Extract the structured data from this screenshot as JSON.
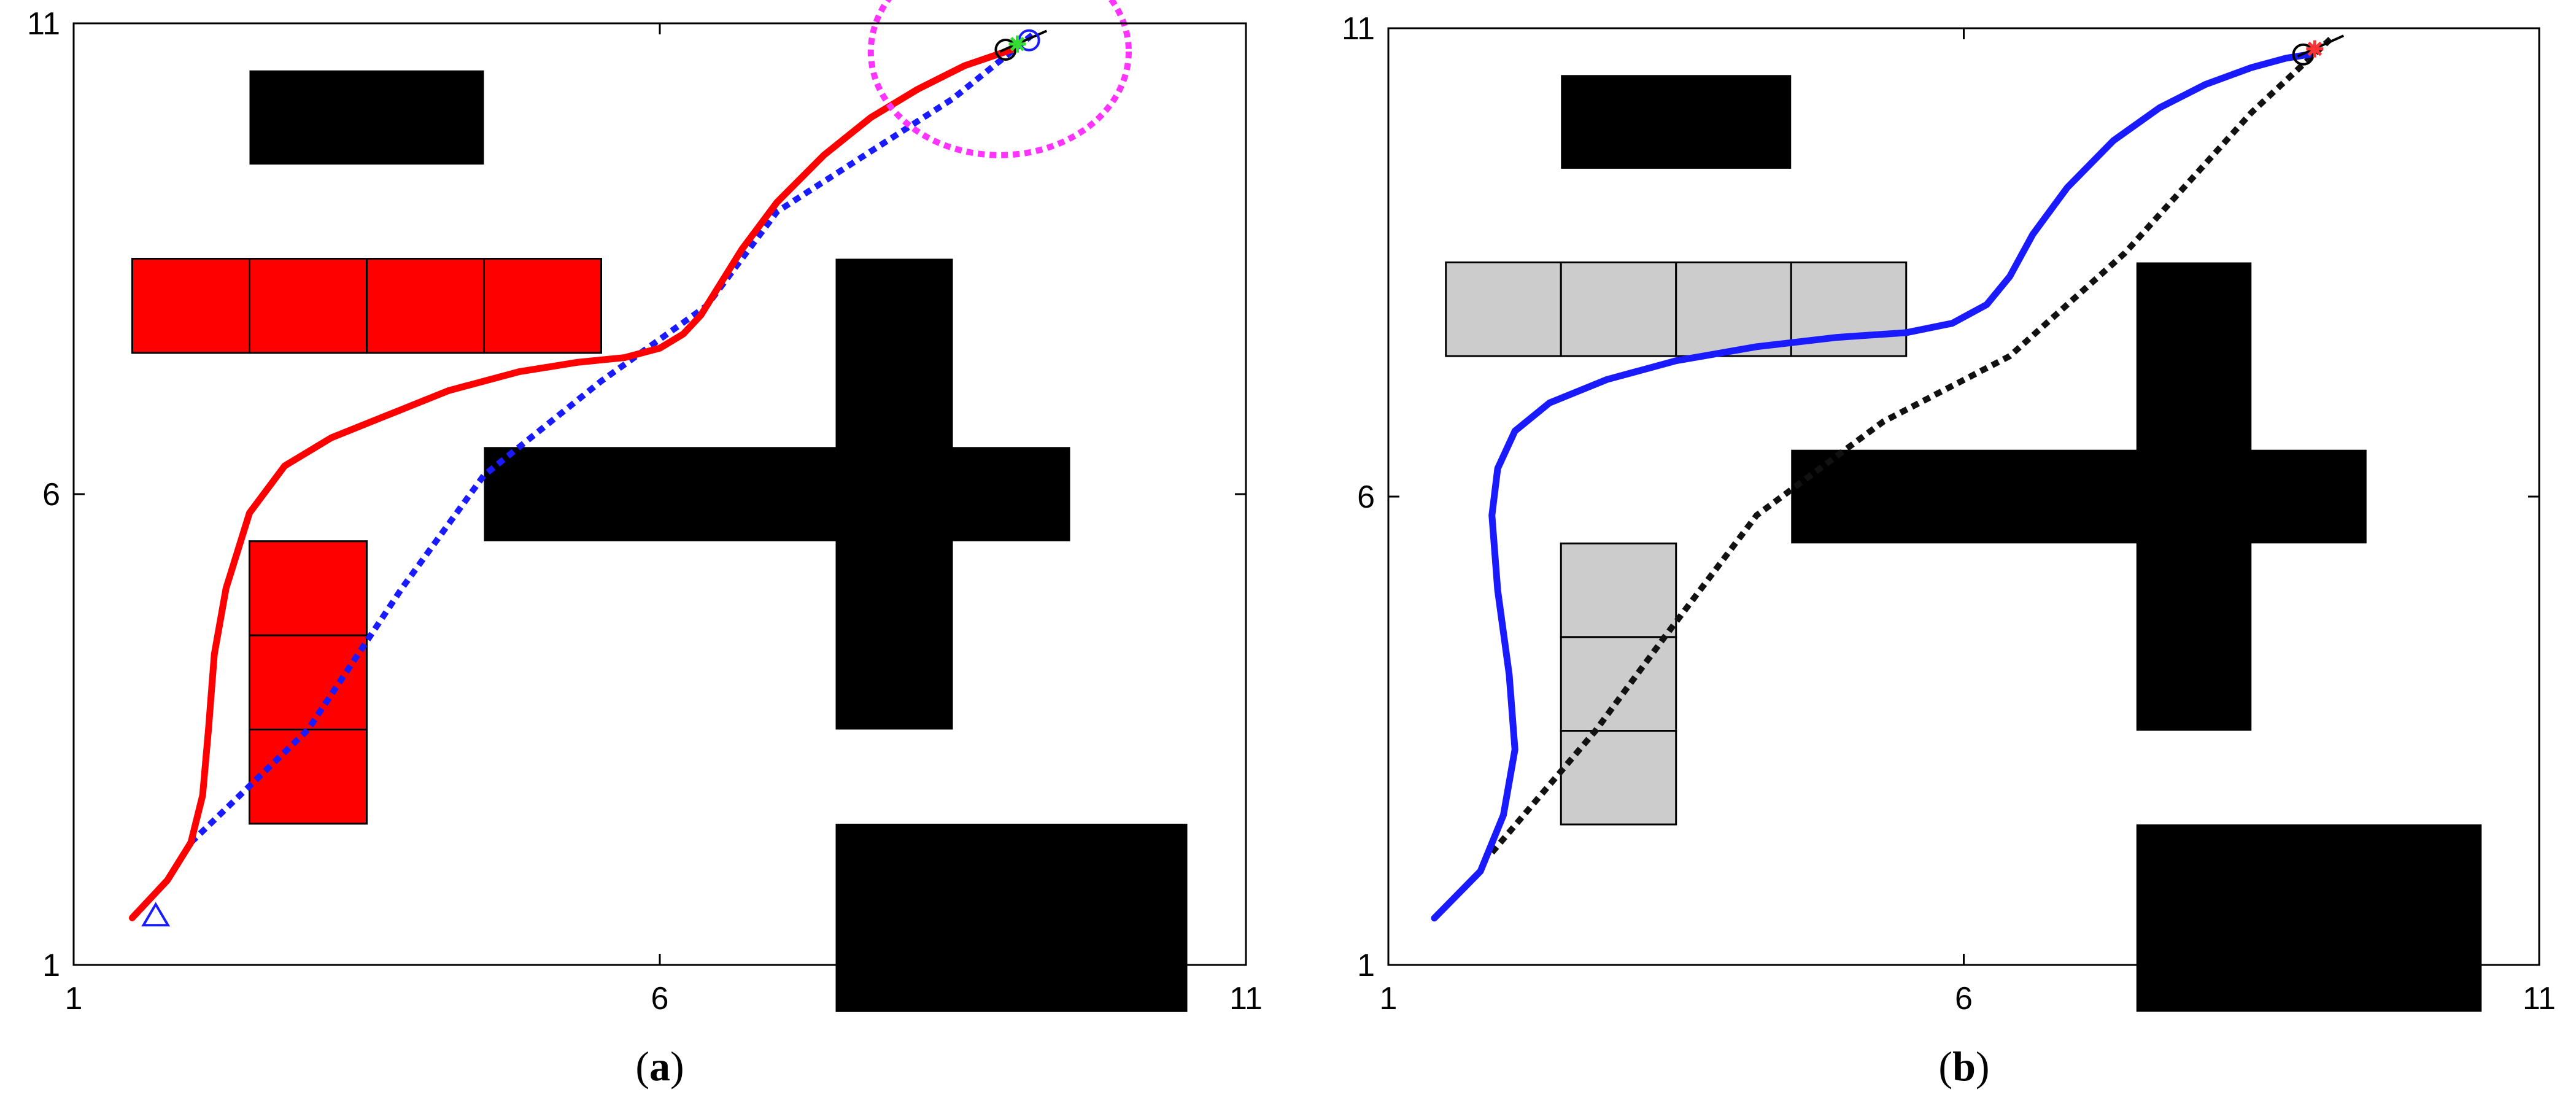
{
  "colors": {
    "background": "#ffffff",
    "axis": "#000000",
    "obstacle": "#000000",
    "movable_a": "#ff0000",
    "movable_b": "#cccccc",
    "path_a": "#ff0000",
    "straight_a": "#1a1aff",
    "circle_a": "#ff33ff",
    "path_b": "#1a1aff",
    "straight_b": "#111111",
    "goal_a": "#33dd33",
    "goal_b": "#ff3333"
  },
  "chart_data": [
    {
      "type": "line",
      "caption": {
        "open": "(",
        "letter": "a",
        "close": ")"
      },
      "xlim": [
        1,
        11
      ],
      "ylim": [
        1,
        11
      ],
      "xticks": [
        "1",
        "6",
        "11"
      ],
      "yticks": [
        "1",
        "6",
        "11"
      ],
      "obstacles": [
        {
          "kind": "fixed",
          "x": 3,
          "y": 10,
          "w": 2,
          "h": 1
        },
        {
          "kind": "fixed",
          "x": 8,
          "y": 4,
          "w": 1,
          "h": 5
        },
        {
          "kind": "fixed",
          "x": 5,
          "y": 6,
          "w": 5,
          "h": 1
        },
        {
          "kind": "fixed",
          "x": 8,
          "y": 1,
          "w": 3,
          "h": 2
        },
        {
          "kind": "movable",
          "x": 2,
          "y": 8,
          "w": 1,
          "h": 1
        },
        {
          "kind": "movable",
          "x": 3,
          "y": 8,
          "w": 1,
          "h": 1
        },
        {
          "kind": "movable",
          "x": 4,
          "y": 8,
          "w": 1,
          "h": 1
        },
        {
          "kind": "movable",
          "x": 5,
          "y": 8,
          "w": 1,
          "h": 1
        },
        {
          "kind": "movable",
          "x": 3,
          "y": 5,
          "w": 1,
          "h": 1
        },
        {
          "kind": "movable",
          "x": 3,
          "y": 4,
          "w": 1,
          "h": 1
        },
        {
          "kind": "movable",
          "x": 3,
          "y": 3,
          "w": 1,
          "h": 1
        }
      ],
      "straight_path": {
        "x": [
          2.0,
          3.0,
          3.8,
          4.5,
          5.5,
          6.4,
          7.0,
          8.5,
          9.2
        ],
        "y": [
          2.3,
          3.5,
          5.0,
          6.2,
          7.2,
          8.0,
          9.0,
          10.2,
          10.9
        ]
      },
      "smooth_path": {
        "x": [
          1.5,
          1.8,
          2.0,
          2.1,
          2.15,
          2.2,
          2.3,
          2.5,
          2.8,
          3.2,
          3.7,
          4.2,
          4.8,
          5.3,
          5.7,
          6.0,
          6.2,
          6.35,
          6.5,
          6.7,
          7.0,
          7.4,
          7.8,
          8.2,
          8.6,
          9.0
        ],
        "y": [
          1.5,
          1.9,
          2.3,
          2.8,
          3.5,
          4.3,
          5.0,
          5.8,
          6.3,
          6.6,
          6.85,
          7.1,
          7.3,
          7.4,
          7.45,
          7.55,
          7.7,
          7.9,
          8.2,
          8.6,
          9.1,
          9.6,
          10.0,
          10.3,
          10.55,
          10.72
        ]
      },
      "search_circle": {
        "cx": 8.9,
        "cy": 10.7,
        "r": 1.1
      },
      "start_marker": {
        "x": 1.7,
        "y": 1.5,
        "shape": "triangle"
      },
      "end_circles": [
        {
          "x": 8.95,
          "y": 10.72
        },
        {
          "x": 9.15,
          "y": 10.82
        }
      ],
      "goal_marker": {
        "x": 9.05,
        "y": 10.78
      },
      "heading": {
        "x1": 8.9,
        "y1": 10.7,
        "x2": 9.3,
        "y2": 10.92
      }
    },
    {
      "type": "line",
      "caption": {
        "open": "(",
        "letter": "b",
        "close": ")"
      },
      "xlim": [
        1,
        11
      ],
      "ylim": [
        1,
        11
      ],
      "xticks": [
        "1",
        "6",
        "11"
      ],
      "yticks": [
        "1",
        "6",
        "11"
      ],
      "obstacles": [
        {
          "kind": "fixed",
          "x": 3,
          "y": 10,
          "w": 2,
          "h": 1
        },
        {
          "kind": "fixed",
          "x": 8,
          "y": 4,
          "w": 1,
          "h": 5
        },
        {
          "kind": "fixed",
          "x": 5,
          "y": 6,
          "w": 5,
          "h": 1
        },
        {
          "kind": "fixed",
          "x": 8,
          "y": 1,
          "w": 3,
          "h": 2
        },
        {
          "kind": "movable",
          "x": 2,
          "y": 8,
          "w": 1,
          "h": 1
        },
        {
          "kind": "movable",
          "x": 3,
          "y": 8,
          "w": 1,
          "h": 1
        },
        {
          "kind": "movable",
          "x": 4,
          "y": 8,
          "w": 1,
          "h": 1
        },
        {
          "kind": "movable",
          "x": 5,
          "y": 8,
          "w": 1,
          "h": 1
        },
        {
          "kind": "movable",
          "x": 3,
          "y": 5,
          "w": 1,
          "h": 1
        },
        {
          "kind": "movable",
          "x": 3,
          "y": 4,
          "w": 1,
          "h": 1
        },
        {
          "kind": "movable",
          "x": 3,
          "y": 3,
          "w": 1,
          "h": 1
        }
      ],
      "straight_path": {
        "x": [
          1.9,
          2.8,
          3.4,
          4.2,
          5.3,
          6.4,
          7.4,
          8.5,
          9.2
        ],
        "y": [
          2.2,
          3.5,
          4.5,
          5.8,
          6.8,
          7.5,
          8.6,
          10.1,
          10.9
        ]
      },
      "smooth_path": {
        "x": [
          1.4,
          1.8,
          2.0,
          2.1,
          2.05,
          1.95,
          1.9,
          1.95,
          2.1,
          2.4,
          2.9,
          3.5,
          4.2,
          4.9,
          5.5,
          5.9,
          6.2,
          6.4,
          6.6,
          6.9,
          7.3,
          7.7,
          8.1,
          8.5,
          8.8,
          9.0
        ],
        "y": [
          1.5,
          2.0,
          2.6,
          3.3,
          4.1,
          5.0,
          5.8,
          6.3,
          6.7,
          7.0,
          7.25,
          7.45,
          7.6,
          7.7,
          7.75,
          7.85,
          8.05,
          8.35,
          8.8,
          9.3,
          9.8,
          10.15,
          10.4,
          10.58,
          10.68,
          10.72
        ]
      },
      "end_circles": [
        {
          "x": 8.95,
          "y": 10.72
        }
      ],
      "goal_marker": {
        "x": 9.05,
        "y": 10.78
      },
      "heading": {
        "x1": 8.9,
        "y1": 10.7,
        "x2": 9.3,
        "y2": 10.92
      }
    }
  ]
}
